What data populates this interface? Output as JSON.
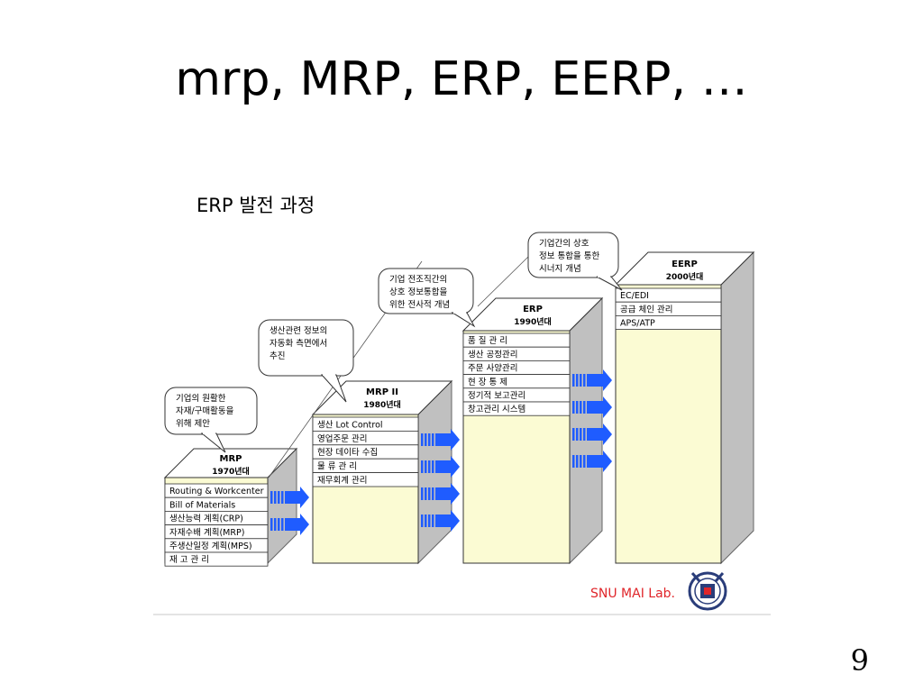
{
  "slide": {
    "title": "mrp, MRP, ERP, EERP, …",
    "page_number": "9"
  },
  "diagram": {
    "heading": "ERP 발전 과정",
    "lab_label": "SNU MAI Lab.",
    "colors": {
      "column_face": "#fbfbd3",
      "column_side": "#c0c0c0",
      "arrow": "#1f5cff"
    },
    "stages": [
      {
        "name": "MRP",
        "era": "1970년대",
        "items": [
          "Routing & Workcenter",
          "Bill of  Materials",
          "생산능력 계획(CRP)",
          "자재수배 계획(MRP)",
          "주생산일정 계획(MPS)",
          "재 고 관 리"
        ],
        "callout": [
          "기업의 원활한",
          "자재/구매활동을",
          "위해 제안"
        ]
      },
      {
        "name": "MRP II",
        "era": "1980년대",
        "items": [
          "생산 Lot Control",
          "영업주문 관리",
          "현장 데이타 수집",
          "물 류 관 리",
          "재무회계 관리"
        ],
        "callout": [
          "생산관련 정보의",
          "자동화 측면에서",
          "추진"
        ]
      },
      {
        "name": "ERP",
        "era": "1990년대",
        "items": [
          "품 질 관 리",
          "생산 공정관리",
          "주문 사양관리",
          "현 장 통 제",
          "정기적 보고관리",
          "창고관리 시스템"
        ],
        "callout": [
          "기업 전조직간의",
          "상호 정보통합을",
          "위한 전사적 개념"
        ]
      },
      {
        "name": "EERP",
        "era": "2000년대",
        "items": [
          "EC/EDI",
          "공급 체인 관리",
          "APS/ATP"
        ],
        "callout": [
          "기업간의 상호",
          "정보 통합을 통한",
          "시너지 개념"
        ]
      }
    ]
  }
}
